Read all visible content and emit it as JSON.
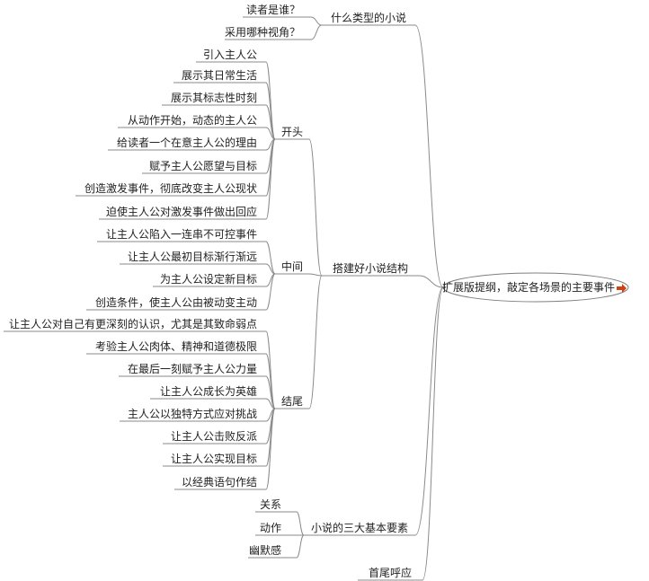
{
  "root": {
    "label": "扩展版提纲，敲定各场景的主要事件",
    "arrow_color": "#d04010"
  },
  "branches": [
    {
      "id": "type",
      "label": "什么类型的小说",
      "children": [
        {
          "label": "读者是谁？"
        },
        {
          "label": "采用哪种视角？"
        }
      ]
    },
    {
      "id": "structure",
      "label": "搭建好小说结构",
      "children": [
        {
          "id": "start",
          "label": "开头",
          "children": [
            {
              "label": "引入主人公"
            },
            {
              "label": "展示其日常生活"
            },
            {
              "label": "展示其标志性时刻"
            },
            {
              "label": "从动作开始，动态的主人公"
            },
            {
              "label": "给读者一个在意主人公的理由"
            },
            {
              "label": "赋予主人公愿望与目标"
            },
            {
              "label": "创造激发事件，彻底改变主人公现状"
            },
            {
              "label": "迫使主人公对激发事件做出回应"
            }
          ]
        },
        {
          "id": "middle",
          "label": "中间",
          "children": [
            {
              "label": "让主人公陷入一连串不可控事件"
            },
            {
              "label": "让主人公最初目标渐行渐远"
            },
            {
              "label": "为主人公设定新目标"
            },
            {
              "label": "创造条件，使主人公由被动变主动"
            }
          ]
        },
        {
          "id": "end",
          "label": "结尾",
          "children": [
            {
              "label": "让主人公对自己有更深刻的认识，尤其是其致命弱点"
            },
            {
              "label": "考验主人公肉体、精神和道德极限"
            },
            {
              "label": "在最后一刻赋予主人公力量"
            },
            {
              "label": "让主人公成长为英雄"
            },
            {
              "label": "主人公以独特方式应对挑战"
            },
            {
              "label": "让主人公击败反派"
            },
            {
              "label": "让主人公实现目标"
            },
            {
              "label": "以经典语句作结"
            }
          ]
        }
      ]
    },
    {
      "id": "elements",
      "label": "小说的三大基本要素",
      "children": [
        {
          "label": "关系"
        },
        {
          "label": "动作"
        },
        {
          "label": "幽默感"
        }
      ]
    },
    {
      "id": "echo",
      "label": "首尾呼应",
      "children": []
    }
  ]
}
